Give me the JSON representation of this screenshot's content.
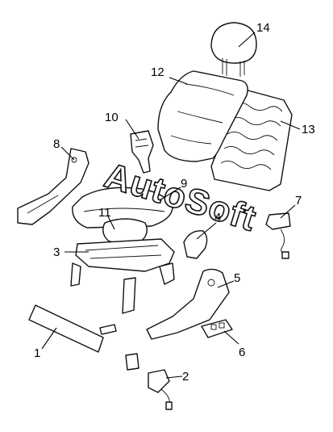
{
  "watermark": "AutoSoft",
  "callouts": [
    {
      "id": 1,
      "label": "1",
      "part": "cover-panel"
    },
    {
      "id": 2,
      "label": "2",
      "part": "motor-with-connector"
    },
    {
      "id": 3,
      "label": "3",
      "part": "seat-frame"
    },
    {
      "id": 4,
      "label": "4",
      "part": "recliner-cover"
    },
    {
      "id": 5,
      "label": "5",
      "part": "side-shield"
    },
    {
      "id": 6,
      "label": "6",
      "part": "switch-assembly"
    },
    {
      "id": 7,
      "label": "7",
      "part": "heater-module"
    },
    {
      "id": 8,
      "label": "8",
      "part": "inner-side-shield"
    },
    {
      "id": 9,
      "label": "9",
      "part": "cushion-cover"
    },
    {
      "id": 10,
      "label": "10",
      "part": "bracket"
    },
    {
      "id": 11,
      "label": "11",
      "part": "cushion-pad"
    },
    {
      "id": 12,
      "label": "12",
      "part": "backrest-cover"
    },
    {
      "id": 13,
      "label": "13",
      "part": "backrest-frame"
    },
    {
      "id": 14,
      "label": "14",
      "part": "headrest"
    }
  ]
}
